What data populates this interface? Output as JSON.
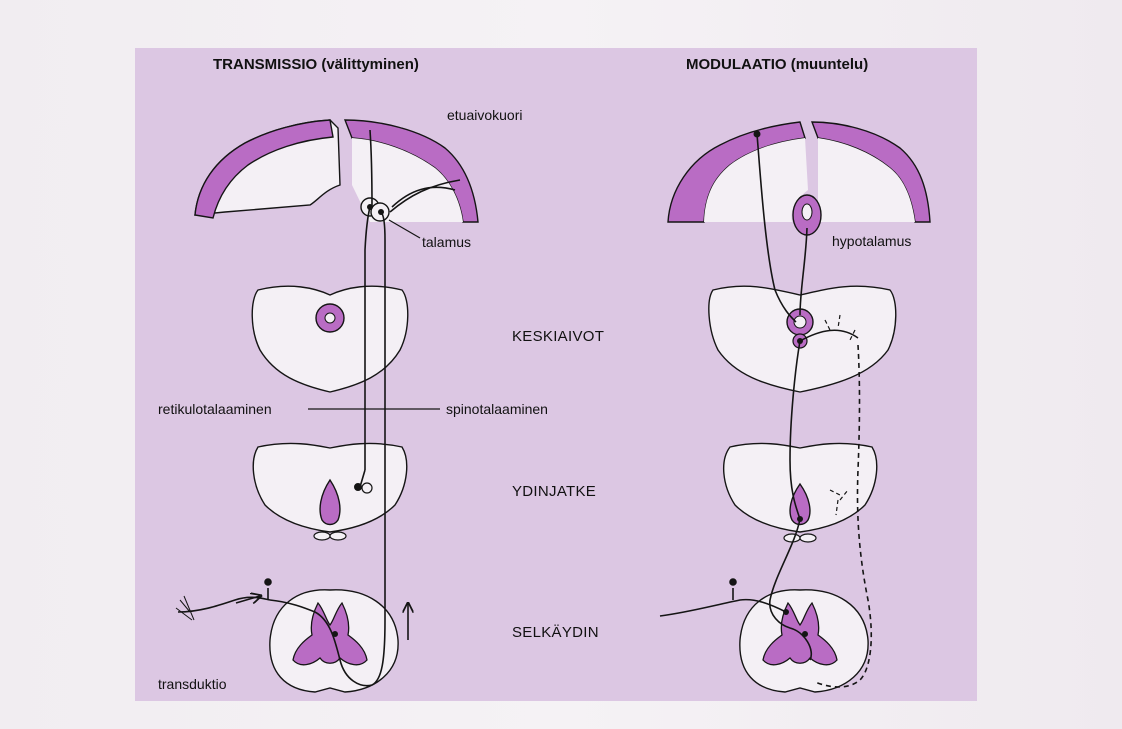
{
  "titles": {
    "left": "TRANSMISSIO (välittyminen)",
    "right": "MODULAATIO (muuntelu)"
  },
  "labels": {
    "cortex": "etuaivokuori",
    "thalamus": "talamus",
    "hypothalamus": "hypotalamus",
    "midbrain": "KESKIAIVOT",
    "reticulothalamic": "retikulotalaaminen",
    "spinothalamic": "spinotalaaminen",
    "medulla": "YDINJATKE",
    "spinal_cord": "SELKÄYDIN",
    "transduction": "transduktio"
  },
  "colors": {
    "panel": "#dcc7e3",
    "tissue": "#b96cc4",
    "tissue_light": "#d9a5dc",
    "section_fill": "#f4f0f5",
    "line": "#151515"
  }
}
